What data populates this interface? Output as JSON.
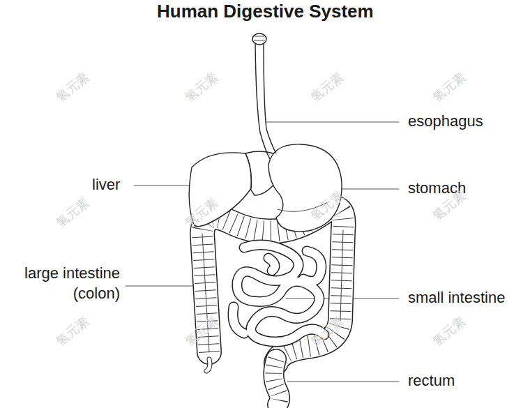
{
  "diagram": {
    "title": "Human Digestive System",
    "labels": [
      "esophagus",
      "liver",
      "stomach",
      "large intestine (colon)",
      "small intestine",
      "rectum",
      "氢元素",
      "氢元素",
      "氢元素",
      "氢元素",
      "氢元素",
      "氢元素",
      "氢元素",
      "氢元素",
      "氢元素",
      "氢元素",
      "氢元素",
      "氢元素"
    ]
  }
}
